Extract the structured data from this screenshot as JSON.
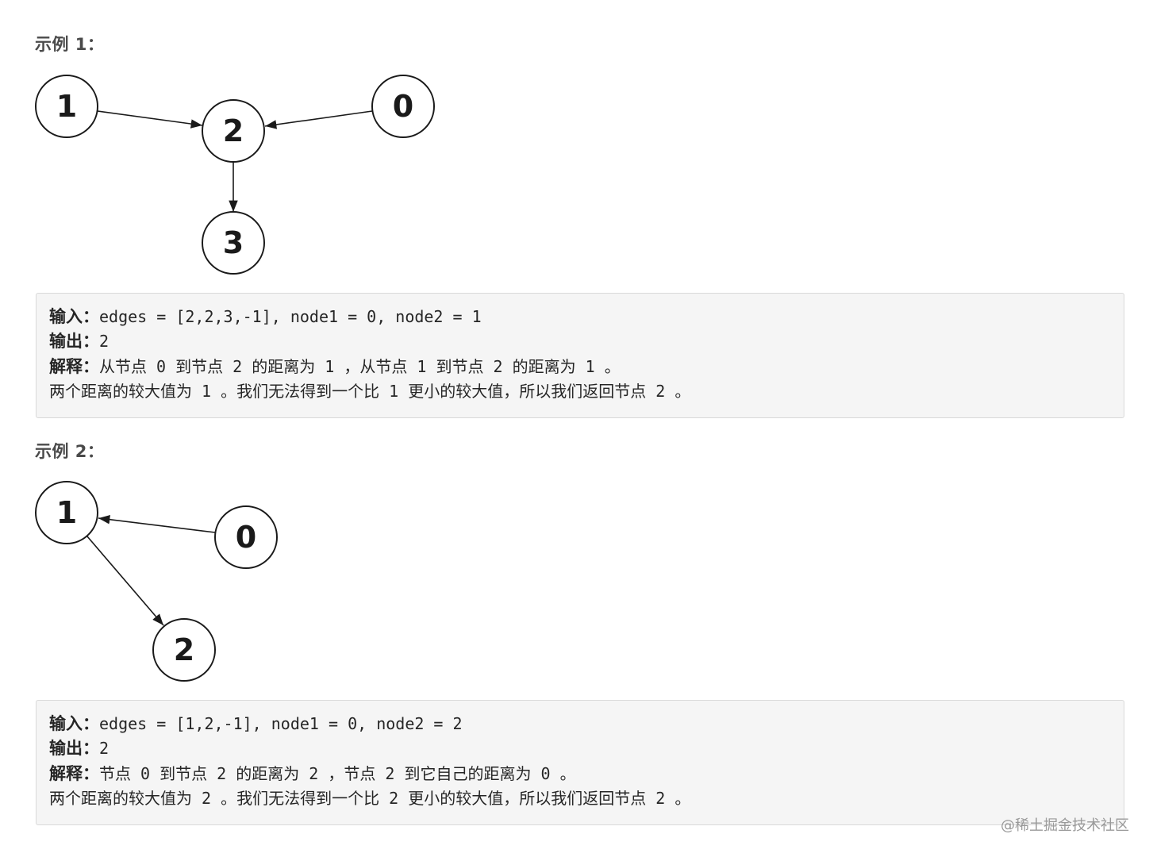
{
  "example1": {
    "heading": "示例 1：",
    "graph": {
      "nodes": [
        "1",
        "2",
        "0",
        "3"
      ],
      "edges": [
        [
          "1",
          "2"
        ],
        [
          "0",
          "2"
        ],
        [
          "2",
          "3"
        ]
      ]
    },
    "input_label": "输入：",
    "input_value": "edges = [2,2,3,-1], node1 = 0, node2 = 1",
    "output_label": "输出：",
    "output_value": "2",
    "explain_label": "解释：",
    "explain_line1": "从节点 0 到节点 2 的距离为 1 ，从节点 1 到节点 2 的距离为 1 。",
    "explain_line2": "两个距离的较大值为 1 。我们无法得到一个比 1 更小的较大值，所以我们返回节点 2 。"
  },
  "example2": {
    "heading": "示例 2：",
    "graph": {
      "nodes": [
        "1",
        "0",
        "2"
      ],
      "edges": [
        [
          "0",
          "1"
        ],
        [
          "1",
          "2"
        ]
      ]
    },
    "input_label": "输入：",
    "input_value": "edges = [1,2,-1], node1 = 0, node2 = 2",
    "output_label": "输出：",
    "output_value": "2",
    "explain_label": "解释：",
    "explain_line1": "节点 0 到节点 2 的距离为 2 ，节点 2 到它自己的距离为 0 。",
    "explain_line2": "两个距离的较大值为 2 。我们无法得到一个比 2 更小的较大值，所以我们返回节点 2 。"
  },
  "watermark": "@稀土掘金技术社区"
}
